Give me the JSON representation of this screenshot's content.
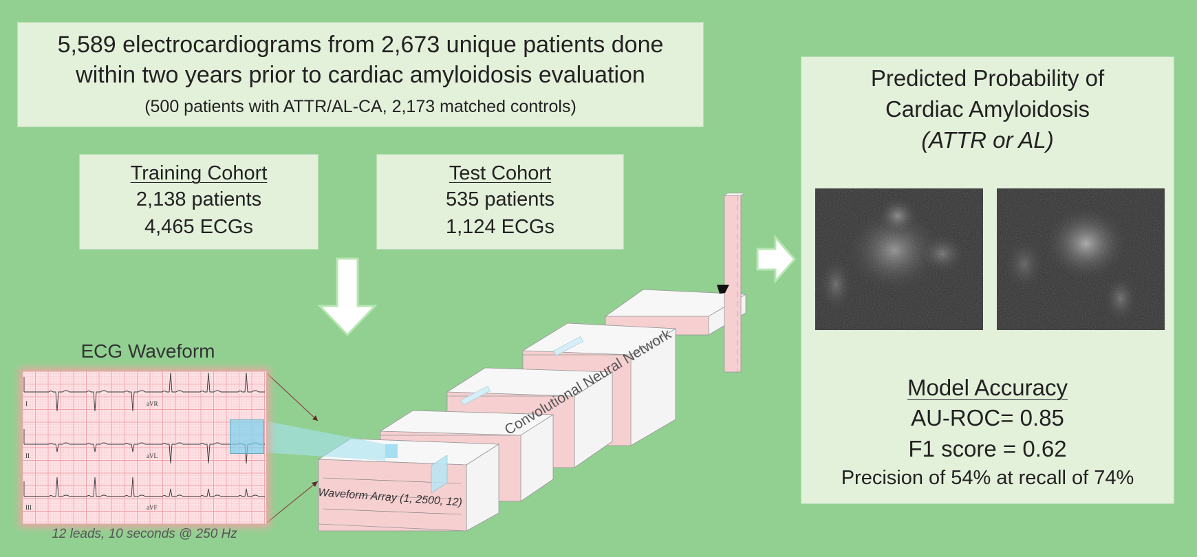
{
  "header": {
    "line1": "5,589 electrocardiograms from 2,673 unique patients done",
    "line2": "within two years prior to cardiac amyloidosis evaluation",
    "line3": "(500 patients with ATTR/AL-CA, 2,173 matched controls)"
  },
  "training_cohort": {
    "title": "Training Cohort",
    "patients": "2,138 patients",
    "ecgs": "4,465 ECGs"
  },
  "test_cohort": {
    "title": "Test Cohort",
    "patients": "535 patients",
    "ecgs": "1,124 ECGs"
  },
  "ecg": {
    "title": "ECG Waveform",
    "caption": "12 leads, 10 seconds @ 250 Hz",
    "leads": [
      "I",
      "aVR",
      "II",
      "aVL",
      "III",
      "aVF"
    ]
  },
  "cnn": {
    "label": "Convolutional Neural Network",
    "input_label": "Waveform Array (1, 2500, 12)"
  },
  "output": {
    "title_line1": "Predicted Probability of",
    "title_line2": "Cardiac Amyloidosis",
    "title_line3": "(ATTR or AL)",
    "images": [
      "scintigraphy-image-1",
      "scintigraphy-image-2"
    ]
  },
  "metrics": {
    "title": "Model Accuracy",
    "auroc": "AU-ROC= 0.85",
    "f1": "F1 score = 0.62",
    "precision_recall": "Precision of 54% at recall of 74%"
  },
  "colors": {
    "background": "#92d092",
    "card": "#e3f0da",
    "ecg_paper": "#fde3e6",
    "ecg_grid": "#f2a0aa",
    "highlight": "#8fd8f2",
    "layer_pink": "#f6cfd1"
  }
}
